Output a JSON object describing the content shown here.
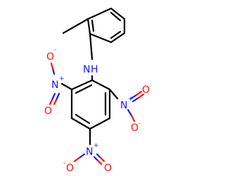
{
  "molecule": {
    "labels": {
      "amine_n": "N",
      "amine_h": "H",
      "nitro_left_n": "N",
      "nitro_left_plus": "+",
      "nitro_left_o_top": "O",
      "nitro_left_o_top_charge": "-",
      "nitro_left_o_bottom": "O",
      "nitro_right_n": "N",
      "nitro_right_plus": "+",
      "nitro_right_o_top": "O",
      "nitro_right_o_bottom": "O",
      "nitro_right_o_bottom_charge": "-",
      "nitro_bottom_n": "N",
      "nitro_bottom_plus": "+",
      "nitro_bottom_o_left": "O",
      "nitro_bottom_o_left_charge": "-",
      "nitro_bottom_o_right": "O"
    },
    "colors": {
      "bond": "#000000",
      "nitrogen": "#1a1aff",
      "oxygen": "#ff0d0d"
    }
  }
}
